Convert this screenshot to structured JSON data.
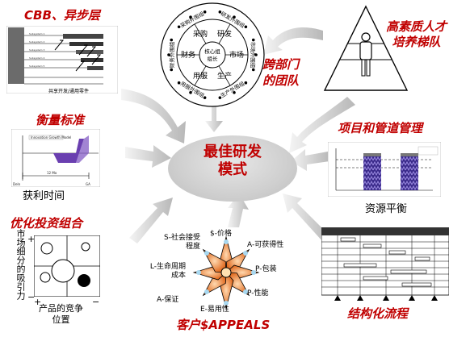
{
  "center": {
    "line1": "最佳研发",
    "line2": "模式"
  },
  "cbb": {
    "title": "CBB、异步层",
    "rows": [
      "Subsystem 1",
      "Subsystem 2",
      "Subsystem 3",
      "Subsystem 4",
      "Subsystem 5"
    ],
    "footer": "共享开发/通用零件"
  },
  "measure": {
    "title": "衡量标准",
    "top_label": "Innovation Growth Model",
    "x_start": "Deln",
    "x_end": "GA",
    "duration": "12 Mo",
    "caption": "获利时间"
  },
  "wheel": {
    "outer": [
      "采购外围组",
      "研发外围组",
      "市场外围组",
      "生产外围组",
      "用服外围组",
      "财务外围组"
    ],
    "inner": [
      "采购",
      "研发",
      "市场",
      "生产",
      "用服",
      "财务"
    ],
    "core": "核心组组长",
    "label_line1": "跨部门",
    "label_line2": "的团队"
  },
  "talent": {
    "title_line1": "高素质人才",
    "title_line2": "培养梯队"
  },
  "pipeline": {
    "title": "项目和管道管理",
    "caption": "资源平衡"
  },
  "portfolio": {
    "title": "优化投资组合",
    "y_label": "市场细分的吸引力",
    "x_label_line1": "产品的竞争",
    "x_label_line2": "位置",
    "plus": "+",
    "minus": "−"
  },
  "appeals": {
    "title": "客户$APPEALS",
    "points": [
      "$-价格",
      "A-可获得性",
      "P-包装",
      "P-性能",
      "E-易用性",
      "A-保证",
      "L-生命周期成本",
      "S-社会接受程度"
    ]
  },
  "structured": {
    "title": "结构化流程"
  }
}
